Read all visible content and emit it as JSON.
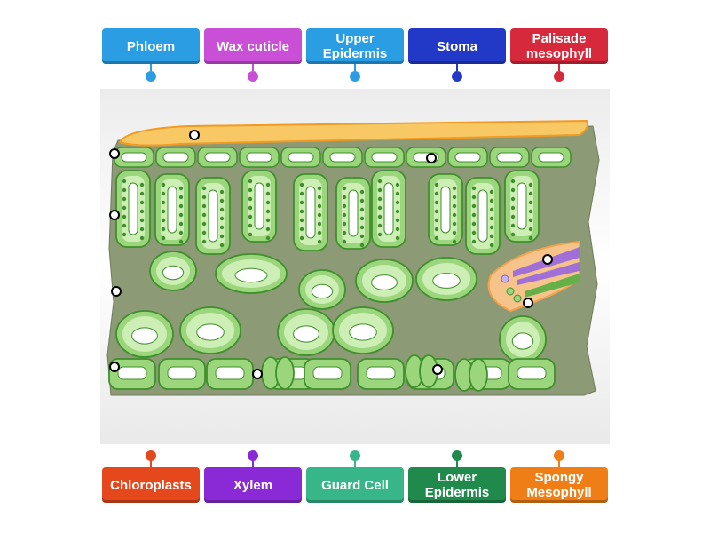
{
  "top_labels": [
    {
      "text": "Phloem",
      "color": "#2b9ee3"
    },
    {
      "text": "Wax cuticle",
      "color": "#c94fd6"
    },
    {
      "text": "Upper\nEpidermis",
      "color": "#2b9ee3"
    },
    {
      "text": "Stoma",
      "color": "#2238c7"
    },
    {
      "text": "Palisade\nmesophyll",
      "color": "#d62a3c"
    }
  ],
  "bottom_labels": [
    {
      "text": "Chloroplasts",
      "color": "#e5481c"
    },
    {
      "text": "Xylem",
      "color": "#8a2ad6"
    },
    {
      "text": "Guard Cell",
      "color": "#36b689"
    },
    {
      "text": "Lower\nEpidermis",
      "color": "#1f8a4c"
    },
    {
      "text": "Spongy\nMesophyll",
      "color": "#f07e16"
    }
  ],
  "colors": {
    "cell_fill": "#9bd67c",
    "cell_outline": "#3f8f2c",
    "cytoplasm": "#cdeeb5",
    "vacuole": "#ffffff",
    "background_tissue": "#8c9a76",
    "cuticle": "#f7c863",
    "cuticle_outline": "#f29a22",
    "xylem": "#a070d8",
    "vascular_outline": "#f2a24a"
  }
}
